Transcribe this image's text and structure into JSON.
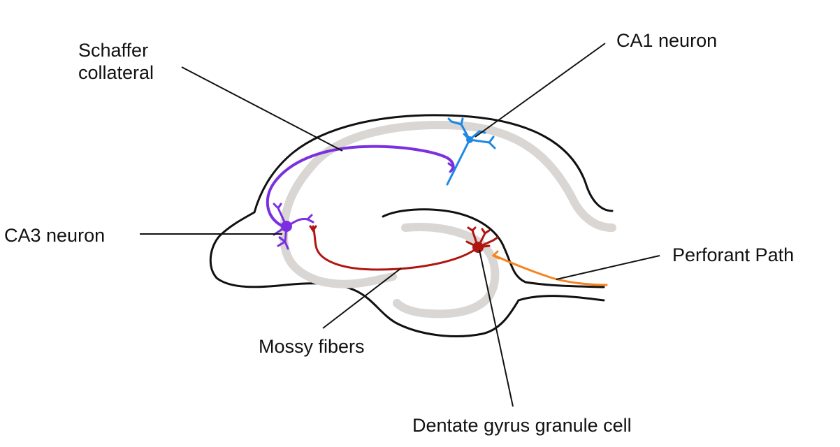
{
  "labels": {
    "schaffer_line1": "Schaffer",
    "schaffer_line2": "collateral",
    "ca1": "CA1 neuron",
    "ca3": "CA3 neuron",
    "perforant": "Perforant Path",
    "mossy": "Mossy fibers",
    "dentate": "Dentate gyrus granule cell"
  },
  "colors": {
    "outline": "#111111",
    "cell_layer": "#d9d6d3",
    "schaffer_collateral": "#7a2fe0",
    "ca1_neuron": "#1e88e5",
    "mossy_fibers": "#b0160f",
    "dentate_granule_cell": "#b0160f",
    "perforant_path": "#f5841f"
  }
}
